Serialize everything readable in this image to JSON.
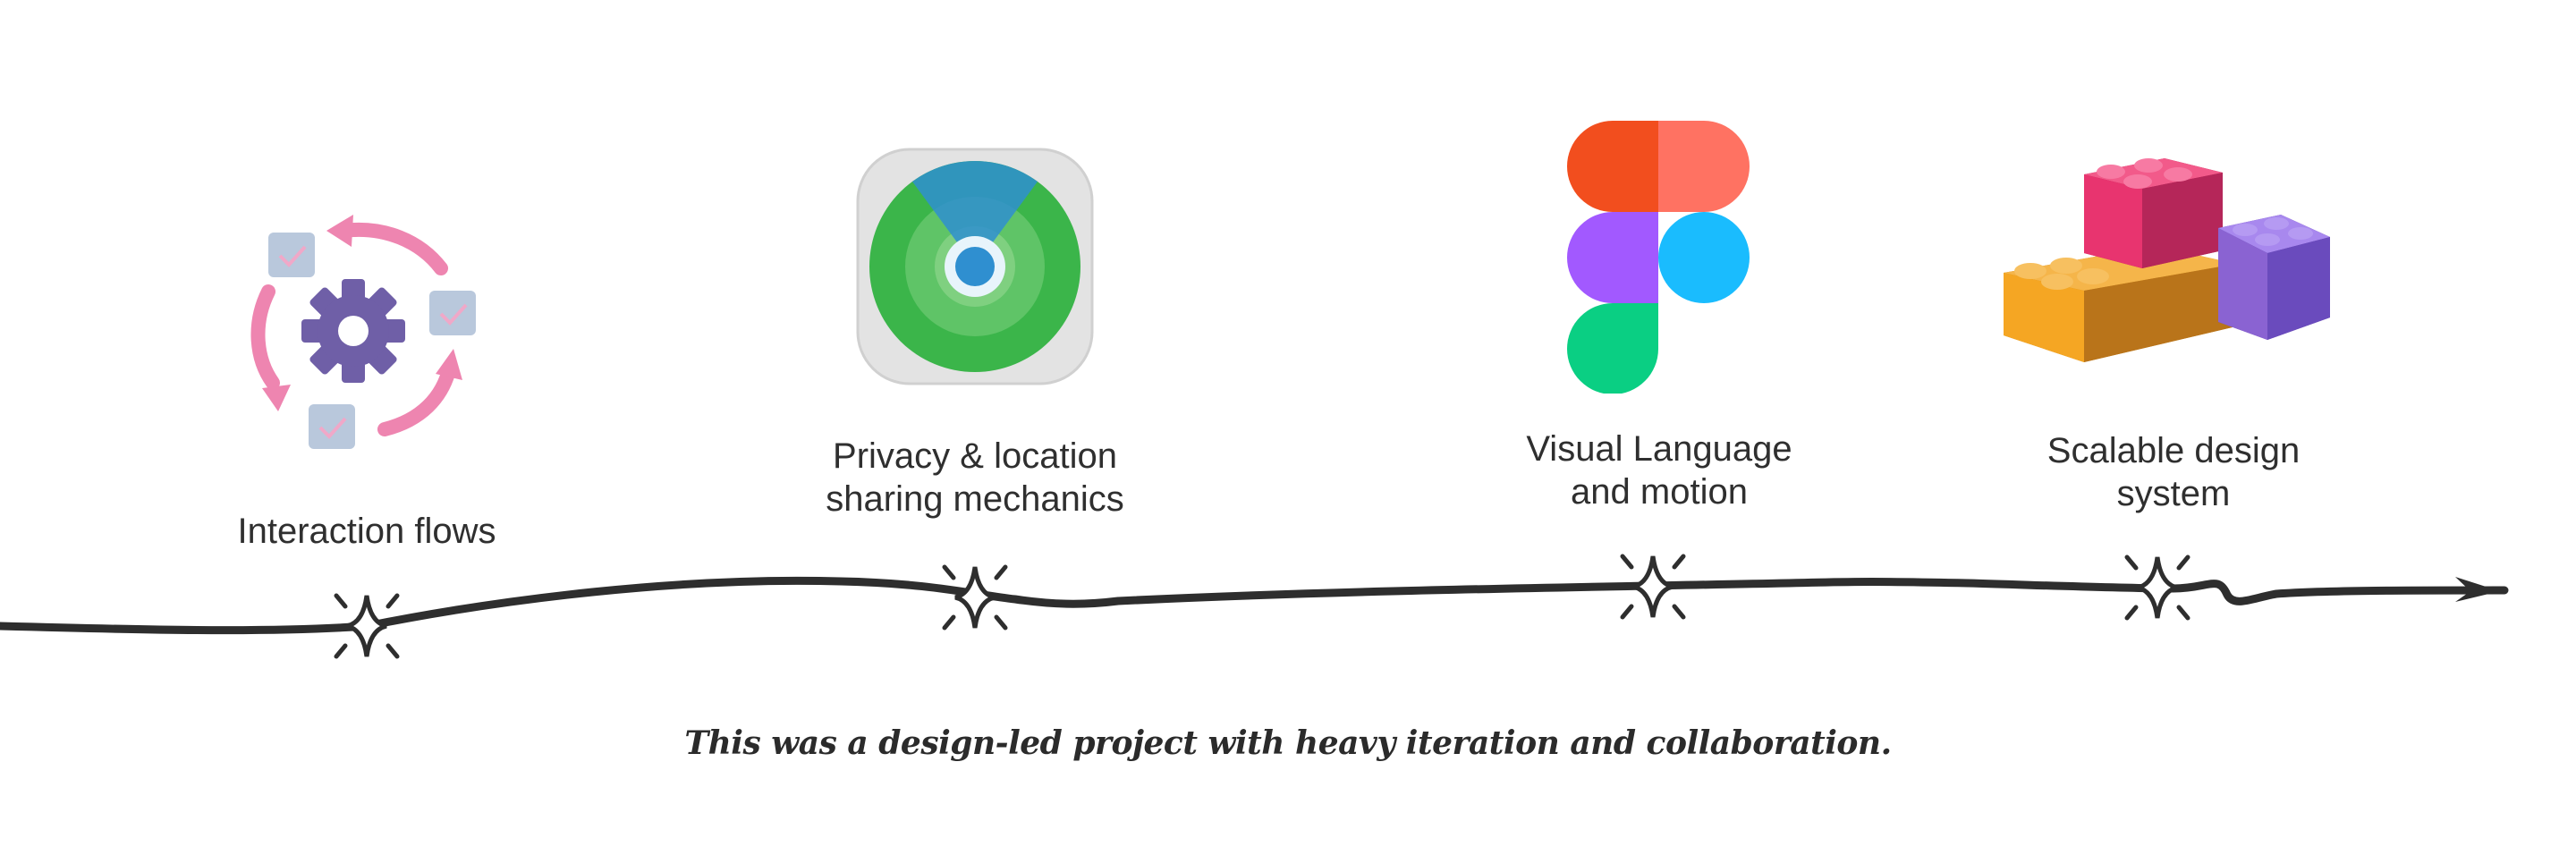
{
  "milestones": [
    {
      "line1": "Interaction flows",
      "line2": "",
      "icon": "workflow-gear-icon"
    },
    {
      "line1": "Privacy & location",
      "line2": "sharing mechanics",
      "icon": "find-my-radar-icon"
    },
    {
      "line1": "Visual Language",
      "line2": "and motion",
      "icon": "figma-logo-icon"
    },
    {
      "line1": "Scalable design",
      "line2": "system",
      "icon": "building-blocks-icon"
    }
  ],
  "caption": "This was a design-led project with heavy iteration and collaboration.",
  "colors": {
    "line": "#2e2e2e",
    "text": "#2f2f2f",
    "gear": "#6f5fa7",
    "arrows": "#ee85b0",
    "check_tiles": "#b9c8dc",
    "findmy_green": "#3bb54a",
    "findmy_blue": "#2f8fd0",
    "figma_red": "#f24e1e",
    "figma_salmon": "#ff7262",
    "figma_purple": "#a259ff",
    "figma_blue": "#1abcfe",
    "figma_green": "#0acf83",
    "block_orange": "#f5a623",
    "block_pink": "#e8346f",
    "block_purple": "#8a63d2"
  }
}
